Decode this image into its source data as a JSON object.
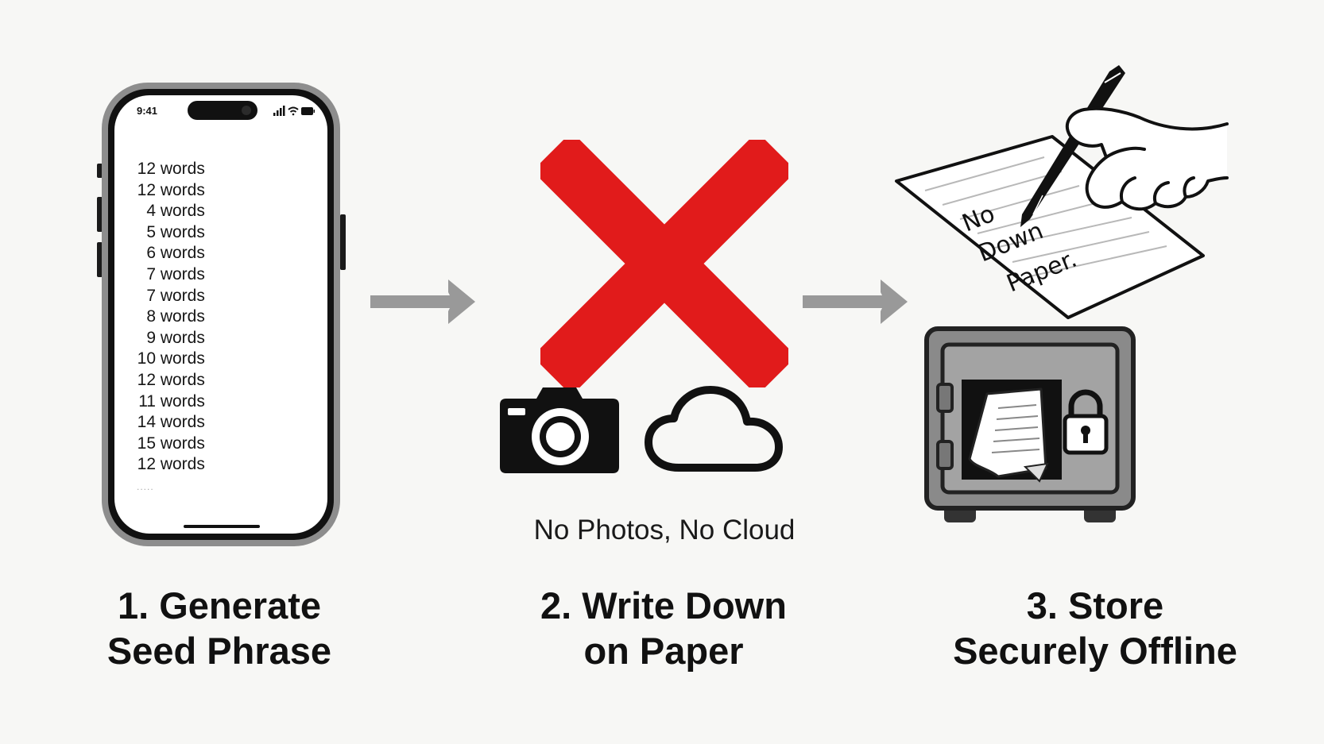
{
  "phone": {
    "time": "9:41",
    "word_counts": [
      "12 words",
      "12 words",
      "4 words",
      "5 words",
      "6 words",
      "7 words",
      "7 words",
      "8 words",
      "9 words",
      "10 words",
      "12 words",
      "11 words",
      "14 words",
      "15 words",
      "12 words"
    ],
    "more_indicator": "....."
  },
  "warning": {
    "caption": "No Photos, No Cloud"
  },
  "paper": {
    "handwriting": [
      "No",
      "Down",
      "Paper."
    ]
  },
  "steps": [
    {
      "line1": "1. Generate",
      "line2": "Seed Phrase"
    },
    {
      "line1": "2. Write Down",
      "line2": "on Paper"
    },
    {
      "line1": "3. Store",
      "line2": "Securely Offline"
    }
  ],
  "colors": {
    "cross": "#e11b1b",
    "arrow": "#999999",
    "safe": "#8a8a8a",
    "ink": "#111111"
  }
}
